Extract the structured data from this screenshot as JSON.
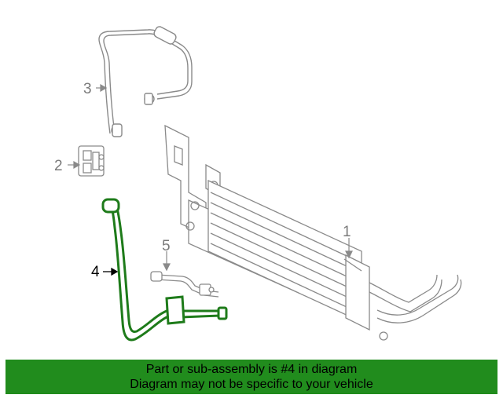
{
  "diagram": {
    "callouts": [
      {
        "number": "1",
        "active": false
      },
      {
        "number": "2",
        "active": false
      },
      {
        "number": "3",
        "active": false
      },
      {
        "number": "4",
        "active": true
      },
      {
        "number": "5",
        "active": false
      }
    ],
    "highlight_color": "#1e7b1a",
    "line_color": "#8a8a8a"
  },
  "footer": {
    "line1": "Part or sub-assembly is #4 in diagram",
    "line2": "Diagram may not be specific to your vehicle",
    "background": "#218c1d"
  }
}
